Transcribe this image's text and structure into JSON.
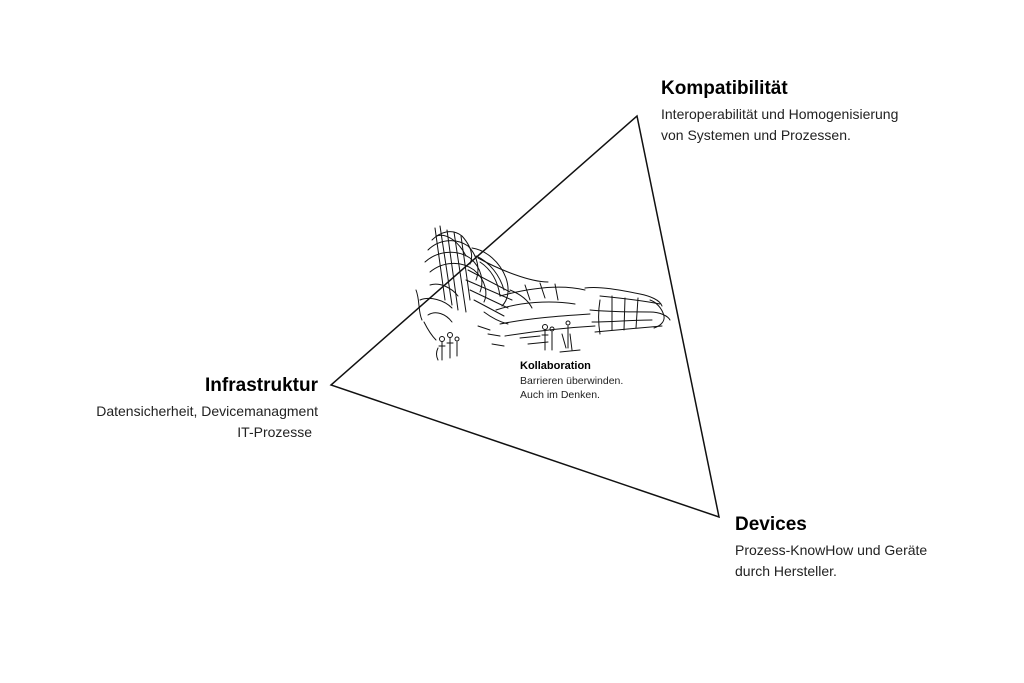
{
  "vertices": {
    "top": {
      "title": "Kompatibilität",
      "desc_line_1": "Interoperabilität und Homogenisierung",
      "desc_line_2": "von Systemen und Prozessen."
    },
    "right": {
      "title": "Devices",
      "desc_line_1": "Prozess-KnowHow und Geräte",
      "desc_line_2": "durch Hersteller."
    },
    "left": {
      "title": "Infrastruktur",
      "desc_line_1": "Datensicherheit, Devicemanagment",
      "desc_line_2": "IT-Prozesse"
    }
  },
  "center": {
    "title": "Kollaboration",
    "desc_line_1": "Barrieren überwinden.",
    "desc_line_2": "Auch im Denken."
  },
  "colors": {
    "line": "#111111",
    "background": "#ffffff"
  }
}
